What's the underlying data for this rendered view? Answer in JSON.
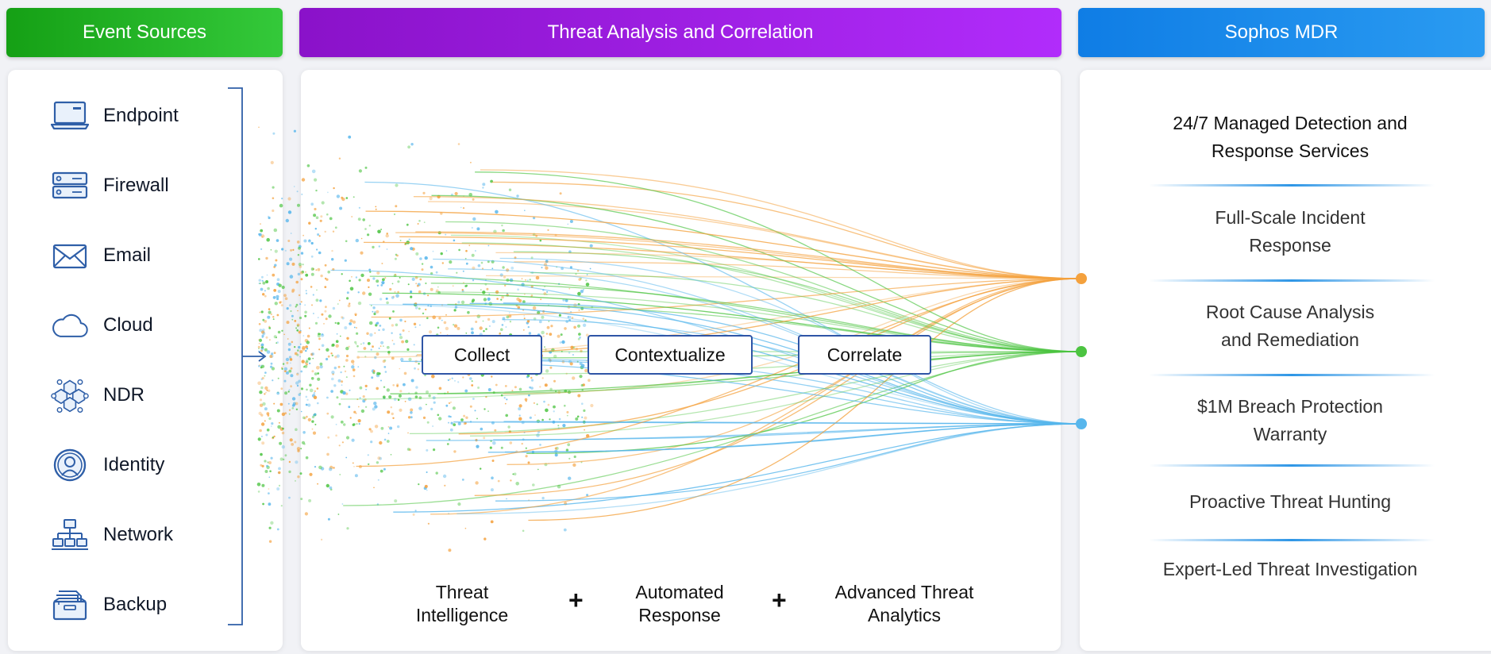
{
  "headers": {
    "event_sources": "Event Sources",
    "threat_analysis": "Threat Analysis and Correlation",
    "sophos_mdr": "Sophos MDR"
  },
  "sources": [
    {
      "label": "Endpoint",
      "icon": "laptop-icon"
    },
    {
      "label": "Firewall",
      "icon": "firewall-icon"
    },
    {
      "label": "Email",
      "icon": "envelope-icon"
    },
    {
      "label": "Cloud",
      "icon": "cloud-icon"
    },
    {
      "label": "NDR",
      "icon": "network-mesh-icon"
    },
    {
      "label": "Identity",
      "icon": "user-circle-icon"
    },
    {
      "label": "Network",
      "icon": "network-topology-icon"
    },
    {
      "label": "Backup",
      "icon": "archive-box-icon"
    }
  ],
  "stages": [
    "Collect",
    "Contextualize",
    "Correlate"
  ],
  "pillars": [
    {
      "line1": "Threat",
      "line2": "Intelligence"
    },
    {
      "line1": "Automated",
      "line2": "Response"
    },
    {
      "line1": "Advanced Threat",
      "line2": "Analytics"
    }
  ],
  "plus": "+",
  "mdr": {
    "title_line1": "24/7 Managed Detection and",
    "title_line2": "Response Services",
    "services": [
      {
        "line1": "Full-Scale Incident",
        "line2": "Response"
      },
      {
        "line1": "Root Cause Analysis",
        "line2": "and Remediation"
      },
      {
        "line1": "$1M Breach Protection",
        "line2": "Warranty"
      },
      {
        "line1": "Proactive Threat Hunting",
        "line2": ""
      },
      {
        "line1": "Expert-Led Threat Investigation",
        "line2": ""
      }
    ]
  },
  "colors": {
    "green_header": "#1ea61e",
    "purple_header": "#9a1fe0",
    "blue_header": "#1b86e8",
    "icon_blue": "#2f5fa8",
    "flow_orange": "#f4a13d",
    "flow_green": "#4cc441",
    "flow_blue": "#57b6ec"
  }
}
